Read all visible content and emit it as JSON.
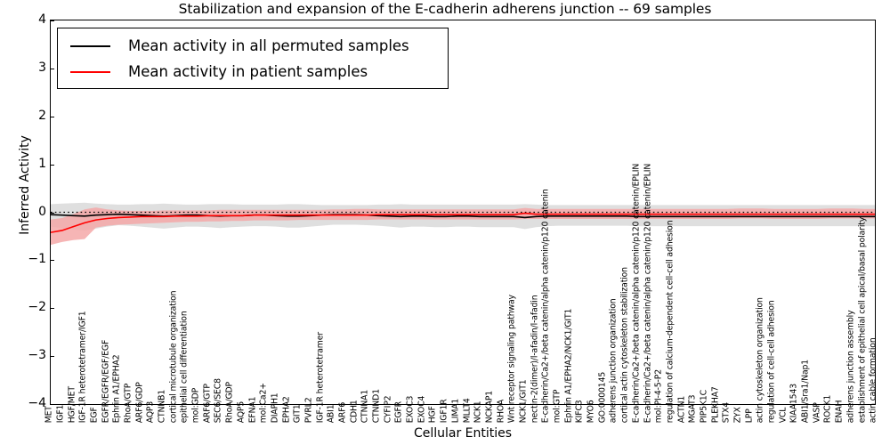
{
  "chart_data": {
    "type": "line",
    "title": "Stabilization and expansion of the E-cadherin adherens junction -- 69 samples",
    "xlabel": "Cellular Entities",
    "ylabel": "Inferred Activity",
    "ylim": [
      -4,
      4
    ],
    "yticks": [
      -4,
      -3,
      -2,
      -1,
      0,
      1,
      2,
      3,
      4
    ],
    "ytick_labels": [
      "-4",
      "-3",
      "-2",
      "-1",
      "0",
      "1",
      "2",
      "3",
      "4"
    ],
    "grid": false,
    "legend_position": "upper left",
    "zero_reference_line": 0,
    "categories": [
      "MET",
      "IGF1",
      "HGF/MET",
      "IGF-1R heterotetramer/IGF1",
      "EGF",
      "EGFR/EGFR/EGF/EGF",
      "Ephrin A1/EPHA2",
      "RhoA/GTP",
      "ARF6/GDP",
      "AQP3",
      "CTNNB1",
      "cortical microtubule organization",
      "epithelial cell differentiation",
      "mol:GDP",
      "ARF6/GTP",
      "SEC6/SEC8",
      "RhoA/GDP",
      "AQP5",
      "EFNA1",
      "mol:Ca2+",
      "DIAPH1",
      "EPHA2",
      "GIT1",
      "PVRL2",
      "IGF-1R heterotetramer",
      "ABI1",
      "ARF6",
      "CDH1",
      "CTNNA1",
      "CTNND1",
      "CYFIP2",
      "EGFR",
      "EXOC3",
      "EXOC4",
      "HGF",
      "IGF1R",
      "LIMA1",
      "MLLT4",
      "NCK1",
      "NCKAP1",
      "RHOA",
      "Wnt receptor signaling pathway",
      "NCK1/GIT1",
      "nectin-2(dimer)/l-afadin/l-afadin",
      "E-cadherin/Ca2+/beta catenin/alpha catenin/p120 catenin",
      "mol:GTP",
      "Ephrin A1/EPHA2/NCK1/GIT1",
      "KIFC3",
      "MYO6",
      "GO:0000145",
      "adherens junction organization",
      "cortical actin cytoskeleton stabilization",
      "E-cadherin/Ca2+/beta catenin/alpha catenin/p120 catenin/EPLIN",
      "E-cadherin/Ca2+/beta catenin/alpha catenin/p120 catenin/EPLIN",
      "mol:PI-4-5-P2",
      "regulation of calcium-dependent cell-cell adhesion",
      "ACTN1",
      "MGAT3",
      "PIP5K1C",
      "PLEKHA7",
      "STX4",
      "ZYX",
      "LPP",
      "actin cytoskeleton organization",
      "regulation of cell-cell adhesion",
      "VCL",
      "KIAA1543",
      "ABI1/Sra1/Nap1",
      "VASP",
      "ROCK1",
      "ENAH",
      "adherens junction assembly",
      "establishment of epithelial cell apical/basal polarity",
      "actin cable formation"
    ],
    "series": [
      {
        "name": "Mean activity in all permuted samples",
        "color": "#000000",
        "band_color": "#d9d9d9",
        "values": [
          -0.05,
          -0.06,
          -0.07,
          -0.08,
          -0.06,
          -0.05,
          -0.04,
          -0.05,
          -0.06,
          -0.07,
          -0.08,
          -0.07,
          -0.06,
          -0.06,
          -0.07,
          -0.08,
          -0.07,
          -0.07,
          -0.06,
          -0.06,
          -0.07,
          -0.08,
          -0.08,
          -0.07,
          -0.06,
          -0.05,
          -0.05,
          -0.05,
          -0.06,
          -0.07,
          -0.08,
          -0.09,
          -0.08,
          -0.08,
          -0.09,
          -0.09,
          -0.08,
          -0.08,
          -0.09,
          -0.09,
          -0.09,
          -0.09,
          -0.11,
          -0.09,
          -0.08,
          -0.08,
          -0.08,
          -0.08,
          -0.08,
          -0.08,
          -0.08,
          -0.08,
          -0.09,
          -0.09,
          -0.09,
          -0.09,
          -0.09,
          -0.09,
          -0.09,
          -0.09,
          -0.09,
          -0.09,
          -0.09,
          -0.09,
          -0.09,
          -0.09,
          -0.09,
          -0.09,
          -0.09,
          -0.09,
          -0.09,
          -0.09,
          -0.09,
          -0.09
        ],
        "band_lower": [
          -0.3,
          -0.33,
          -0.36,
          -0.38,
          -0.34,
          -0.3,
          -0.27,
          -0.28,
          -0.3,
          -0.32,
          -0.34,
          -0.32,
          -0.3,
          -0.3,
          -0.31,
          -0.33,
          -0.31,
          -0.3,
          -0.29,
          -0.29,
          -0.3,
          -0.32,
          -0.32,
          -0.3,
          -0.28,
          -0.26,
          -0.26,
          -0.26,
          -0.27,
          -0.28,
          -0.3,
          -0.32,
          -0.3,
          -0.3,
          -0.31,
          -0.31,
          -0.3,
          -0.3,
          -0.31,
          -0.31,
          -0.31,
          -0.31,
          -0.35,
          -0.31,
          -0.29,
          -0.28,
          -0.28,
          -0.28,
          -0.28,
          -0.28,
          -0.28,
          -0.28,
          -0.29,
          -0.29,
          -0.29,
          -0.29,
          -0.29,
          -0.29,
          -0.29,
          -0.29,
          -0.29,
          -0.29,
          -0.29,
          -0.29,
          -0.29,
          -0.29,
          -0.29,
          -0.29,
          -0.29,
          -0.29,
          -0.29,
          -0.29,
          -0.29,
          -0.29
        ],
        "band_upper": [
          0.17,
          0.18,
          0.19,
          0.2,
          0.18,
          0.17,
          0.16,
          0.16,
          0.17,
          0.17,
          0.18,
          0.17,
          0.16,
          0.16,
          0.17,
          0.17,
          0.17,
          0.16,
          0.16,
          0.16,
          0.16,
          0.17,
          0.17,
          0.16,
          0.15,
          0.15,
          0.15,
          0.15,
          0.15,
          0.16,
          0.16,
          0.17,
          0.16,
          0.16,
          0.16,
          0.16,
          0.16,
          0.16,
          0.16,
          0.16,
          0.16,
          0.16,
          0.17,
          0.16,
          0.15,
          0.15,
          0.15,
          0.15,
          0.15,
          0.15,
          0.15,
          0.15,
          0.15,
          0.15,
          0.15,
          0.15,
          0.15,
          0.15,
          0.15,
          0.15,
          0.15,
          0.15,
          0.15,
          0.15,
          0.15,
          0.15,
          0.15,
          0.15,
          0.15,
          0.15,
          0.15,
          0.15,
          0.15,
          0.15
        ]
      },
      {
        "name": "Mean activity in patient samples",
        "color": "#ff0000",
        "band_color": "#f4a8a8",
        "values": [
          -0.42,
          -0.38,
          -0.3,
          -0.22,
          -0.16,
          -0.13,
          -0.11,
          -0.1,
          -0.09,
          -0.09,
          -0.09,
          -0.08,
          -0.08,
          -0.08,
          -0.07,
          -0.07,
          -0.07,
          -0.07,
          -0.06,
          -0.06,
          -0.06,
          -0.06,
          -0.06,
          -0.06,
          -0.06,
          -0.06,
          -0.06,
          -0.06,
          -0.06,
          -0.05,
          -0.05,
          -0.05,
          -0.05,
          -0.05,
          -0.05,
          -0.05,
          -0.05,
          -0.05,
          -0.05,
          -0.05,
          -0.05,
          -0.05,
          -0.02,
          -0.04,
          -0.04,
          -0.04,
          -0.04,
          -0.04,
          -0.04,
          -0.04,
          -0.04,
          -0.04,
          -0.04,
          -0.04,
          -0.04,
          -0.04,
          -0.04,
          -0.04,
          -0.04,
          -0.04,
          -0.04,
          -0.04,
          -0.04,
          -0.04,
          -0.04,
          -0.04,
          -0.04,
          -0.04,
          -0.04,
          -0.04,
          -0.04,
          -0.04,
          -0.04,
          -0.04
        ],
        "band_lower": [
          -0.68,
          -0.62,
          -0.58,
          -0.56,
          -0.32,
          -0.28,
          -0.26,
          -0.25,
          -0.24,
          -0.23,
          -0.22,
          -0.21,
          -0.2,
          -0.2,
          -0.19,
          -0.19,
          -0.18,
          -0.18,
          -0.17,
          -0.17,
          -0.17,
          -0.17,
          -0.16,
          -0.16,
          -0.16,
          -0.16,
          -0.16,
          -0.16,
          -0.16,
          -0.15,
          -0.15,
          -0.15,
          -0.15,
          -0.15,
          -0.15,
          -0.15,
          -0.15,
          -0.15,
          -0.15,
          -0.15,
          -0.15,
          -0.15,
          -0.14,
          -0.14,
          -0.14,
          -0.14,
          -0.14,
          -0.14,
          -0.14,
          -0.14,
          -0.14,
          -0.14,
          -0.14,
          -0.14,
          -0.14,
          -0.14,
          -0.14,
          -0.14,
          -0.14,
          -0.14,
          -0.14,
          -0.13,
          -0.13,
          -0.13,
          -0.14,
          -0.14,
          -0.14,
          -0.14,
          -0.14,
          -0.13,
          -0.13,
          -0.13,
          -0.13,
          -0.13
        ],
        "band_upper": [
          -0.15,
          -0.12,
          -0.04,
          0.06,
          0.1,
          0.06,
          0.04,
          0.03,
          0.03,
          0.03,
          0.04,
          0.04,
          0.04,
          0.04,
          0.04,
          0.05,
          0.05,
          0.05,
          0.05,
          0.05,
          0.05,
          0.05,
          0.05,
          0.05,
          0.05,
          0.06,
          0.06,
          0.07,
          0.07,
          0.06,
          0.06,
          0.06,
          0.06,
          0.06,
          0.06,
          0.06,
          0.06,
          0.06,
          0.06,
          0.06,
          0.06,
          0.06,
          0.09,
          0.07,
          0.07,
          0.07,
          0.07,
          0.07,
          0.07,
          0.07,
          0.07,
          0.07,
          0.07,
          0.07,
          0.07,
          0.07,
          0.07,
          0.07,
          0.07,
          0.07,
          0.07,
          0.08,
          0.08,
          0.08,
          0.07,
          0.07,
          0.07,
          0.07,
          0.07,
          0.08,
          0.08,
          0.08,
          0.07,
          0.07
        ]
      }
    ]
  },
  "legend": {
    "items": [
      {
        "label": "Mean activity in all permuted samples",
        "color": "#000000"
      },
      {
        "label": "Mean activity in patient samples",
        "color": "#ff0000"
      }
    ]
  }
}
